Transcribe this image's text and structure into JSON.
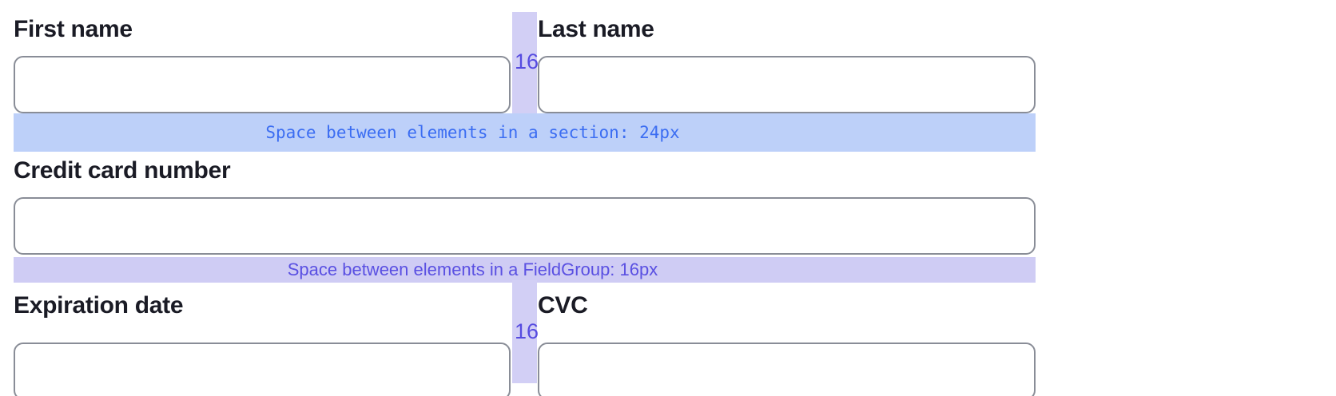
{
  "fields": {
    "first_name": {
      "label": "First name",
      "value": "",
      "placeholder": ""
    },
    "last_name": {
      "label": "Last name",
      "value": "",
      "placeholder": ""
    },
    "card_number": {
      "label": "Credit card number",
      "value": "",
      "placeholder": ""
    },
    "expiration": {
      "label": "Expiration date",
      "value": "",
      "placeholder": ""
    },
    "cvc": {
      "label": "CVC",
      "value": "",
      "placeholder": ""
    }
  },
  "annotations": {
    "section_gap_text": "Space between elements in a section: 24px",
    "fieldgroup_gap_text": "Space between elements in a FieldGroup: 16px",
    "column_gap_value": "16"
  },
  "colors": {
    "section_band_bg": "#bdd0f9",
    "section_band_text": "#3b6df2",
    "fieldgroup_band_bg": "#cfccf4",
    "fieldgroup_band_text": "#5a50e2",
    "vertical_gap_band_bg": "#d2cff5",
    "gap_value_text": "#564be0",
    "input_border": "#898d97",
    "label_text": "#1a1b25",
    "page_bg": "#ffffff"
  }
}
